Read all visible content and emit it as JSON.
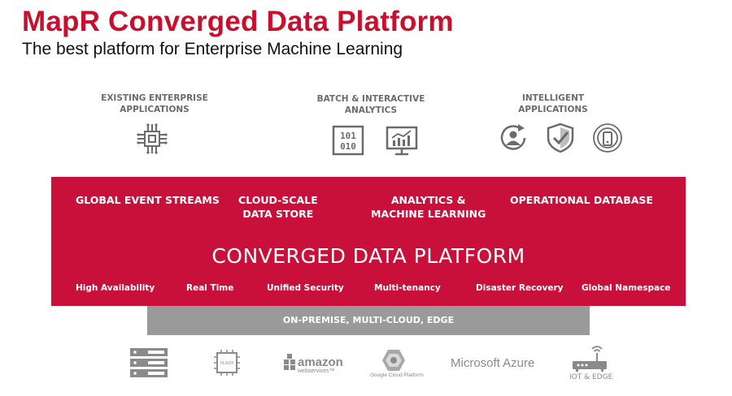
{
  "header": {
    "title": "MapR Converged Data Platform",
    "subtitle": "The best platform for Enterprise Machine Learning"
  },
  "categories": [
    {
      "label_line1": "EXISTING ENTERPRISE",
      "label_line2": "APPLICATIONS",
      "icons": [
        "chip-icon"
      ]
    },
    {
      "label_line1": "BATCH & INTERACTIVE",
      "label_line2": "ANALYTICS",
      "icons": [
        "binary-icon",
        "chart-monitor-icon"
      ]
    },
    {
      "label_line1": "INTELLIGENT",
      "label_line2": "APPLICATIONS",
      "icons": [
        "user-refresh-icon",
        "shield-check-icon",
        "mobile-signal-icon"
      ]
    }
  ],
  "platform": {
    "features": [
      {
        "line1": "GLOBAL EVENT STREAMS",
        "line2": ""
      },
      {
        "line1": "CLOUD-SCALE",
        "line2": "DATA STORE"
      },
      {
        "line1": "ANALYTICS &",
        "line2": "MACHINE LEARNING"
      },
      {
        "line1": "OPERATIONAL DATABASE",
        "line2": ""
      }
    ],
    "name": "CONVERGED DATA PLATFORM",
    "capabilities": [
      "High Availability",
      "Real Time",
      "Unified Security",
      "Multi-tenancy",
      "Disaster Recovery",
      "Global Namespace"
    ],
    "band_color": "#c8103a"
  },
  "deployment": {
    "label": "ON-PREMISE, MULTI-CLOUD, EDGE"
  },
  "infrastructure": {
    "items": [
      {
        "name": "server-rack-icon"
      },
      {
        "name": "flash-storage-icon",
        "label": "FLASH"
      },
      {
        "name": "aws-logo",
        "label": "amazon",
        "sublabel": "webservices™"
      },
      {
        "name": "google-cloud-logo",
        "label": "Google Cloud Platform"
      },
      {
        "name": "azure-logo",
        "label": "Microsoft Azure"
      },
      {
        "name": "router-icon",
        "label": "IOT & EDGE"
      }
    ]
  },
  "colors": {
    "brand_red": "#c8102e",
    "icon_gray": "#6b6b6b",
    "deploy_gray": "#9a9a9a"
  }
}
